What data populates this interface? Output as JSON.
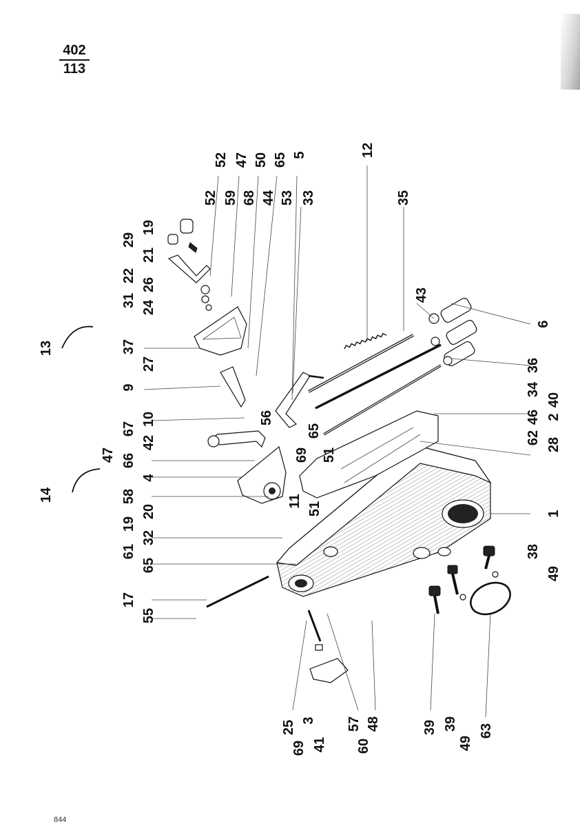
{
  "page": {
    "numerator": "402",
    "denominator": "113",
    "footer": "844"
  },
  "parts": {
    "p52a": "52",
    "p47a": "47",
    "p50": "50",
    "p65a": "65",
    "p5": "5",
    "p12": "12",
    "p52b": "52",
    "p59": "59",
    "p68": "68",
    "p44": "44",
    "p53": "53",
    "p33": "33",
    "p35": "35",
    "p19a": "19",
    "p29": "29",
    "p21": "21",
    "p22": "22",
    "p31": "31",
    "p26": "26",
    "p24": "24",
    "p37": "37",
    "p27": "27",
    "p9": "9",
    "p10": "10",
    "p56": "56",
    "p67": "67",
    "p42": "42",
    "p65b": "65",
    "p69a": "69",
    "p51a": "51",
    "p47b": "47",
    "p66": "66",
    "p4": "4",
    "p58": "58",
    "p11": "11",
    "p20": "20",
    "p51b": "51",
    "p19b": "19",
    "p32": "32",
    "p61": "61",
    "p65c": "65",
    "p13": "13",
    "p14": "14",
    "p43": "43",
    "p6": "6",
    "p36": "36",
    "p34": "34",
    "p40": "40",
    "p46": "46",
    "p2": "2",
    "p62": "62",
    "p28": "28",
    "p1": "1",
    "p38": "38",
    "p49a": "49",
    "p17": "17",
    "p55": "55",
    "p25": "25",
    "p3": "3",
    "p57": "57",
    "p48": "48",
    "p69b": "69",
    "p41": "41",
    "p60": "60",
    "p39a": "39",
    "p39b": "39",
    "p49b": "49",
    "p63": "63"
  }
}
